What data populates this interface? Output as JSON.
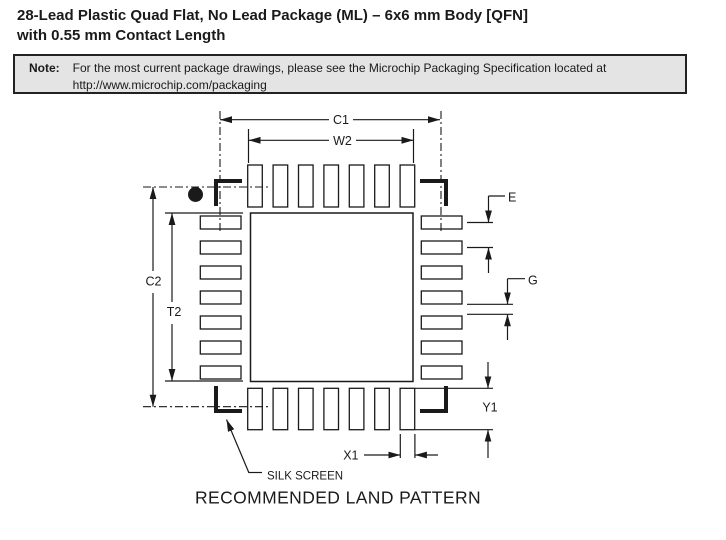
{
  "header": {
    "title_line1": "28-Lead Plastic Quad Flat, No Lead Package (ML) – 6x6 mm Body [QFN]",
    "title_line2": "with 0.55 mm Contact Length"
  },
  "note": {
    "label": "Note:",
    "line1": "For the most current package drawings, please see the Microchip Packaging Specification located at",
    "line2": "http://www.microchip.com/packaging"
  },
  "diagram": {
    "labels": {
      "c1": "C1",
      "w2": "W2",
      "c2": "C2",
      "t2": "T2",
      "e": "E",
      "g": "G",
      "y1": "Y1",
      "x1": "X1"
    },
    "silk_screen_label": "SILK SCREEN",
    "caption": "RECOMMENDED LAND PATTERN",
    "pads_per_side": 7,
    "colors": {
      "line": "#1a1a1a",
      "note_background": "#e4e4e4"
    }
  }
}
